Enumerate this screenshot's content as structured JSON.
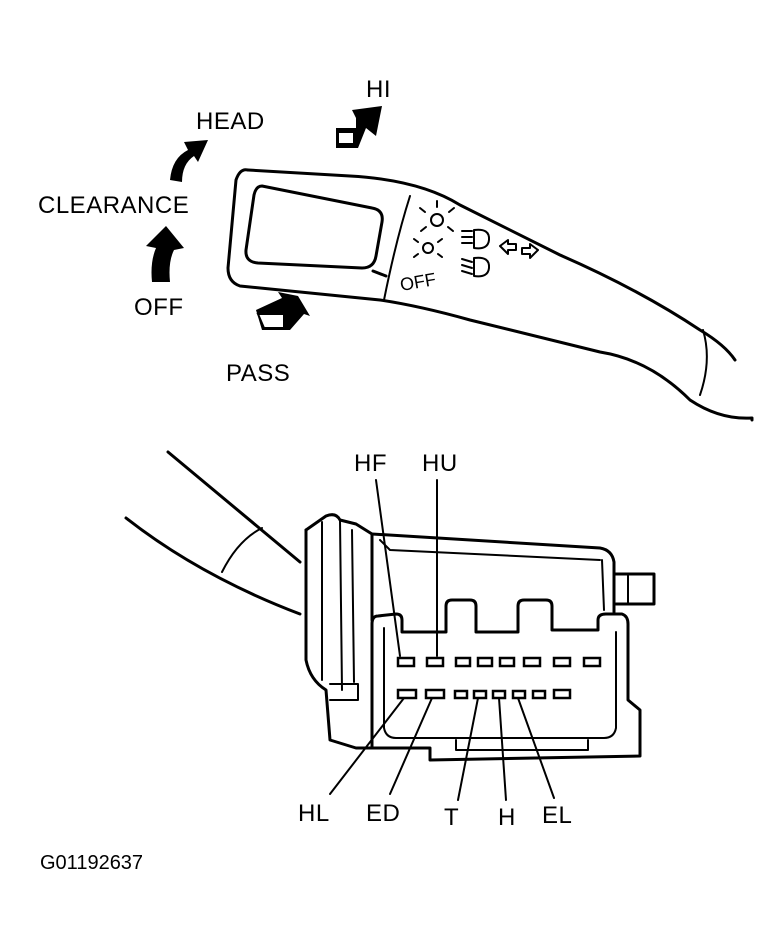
{
  "switch_labels": {
    "hi": "HI",
    "head": "HEAD",
    "clearance": "CLEARANCE",
    "off": "OFF",
    "pass": "PASS"
  },
  "stalk_text": {
    "off": "OFF"
  },
  "connector_labels": {
    "hf": "HF",
    "hu": "HU",
    "hl": "HL",
    "ed": "ED",
    "t": "T",
    "h": "H",
    "el": "EL"
  },
  "figure_id": "G01192637"
}
